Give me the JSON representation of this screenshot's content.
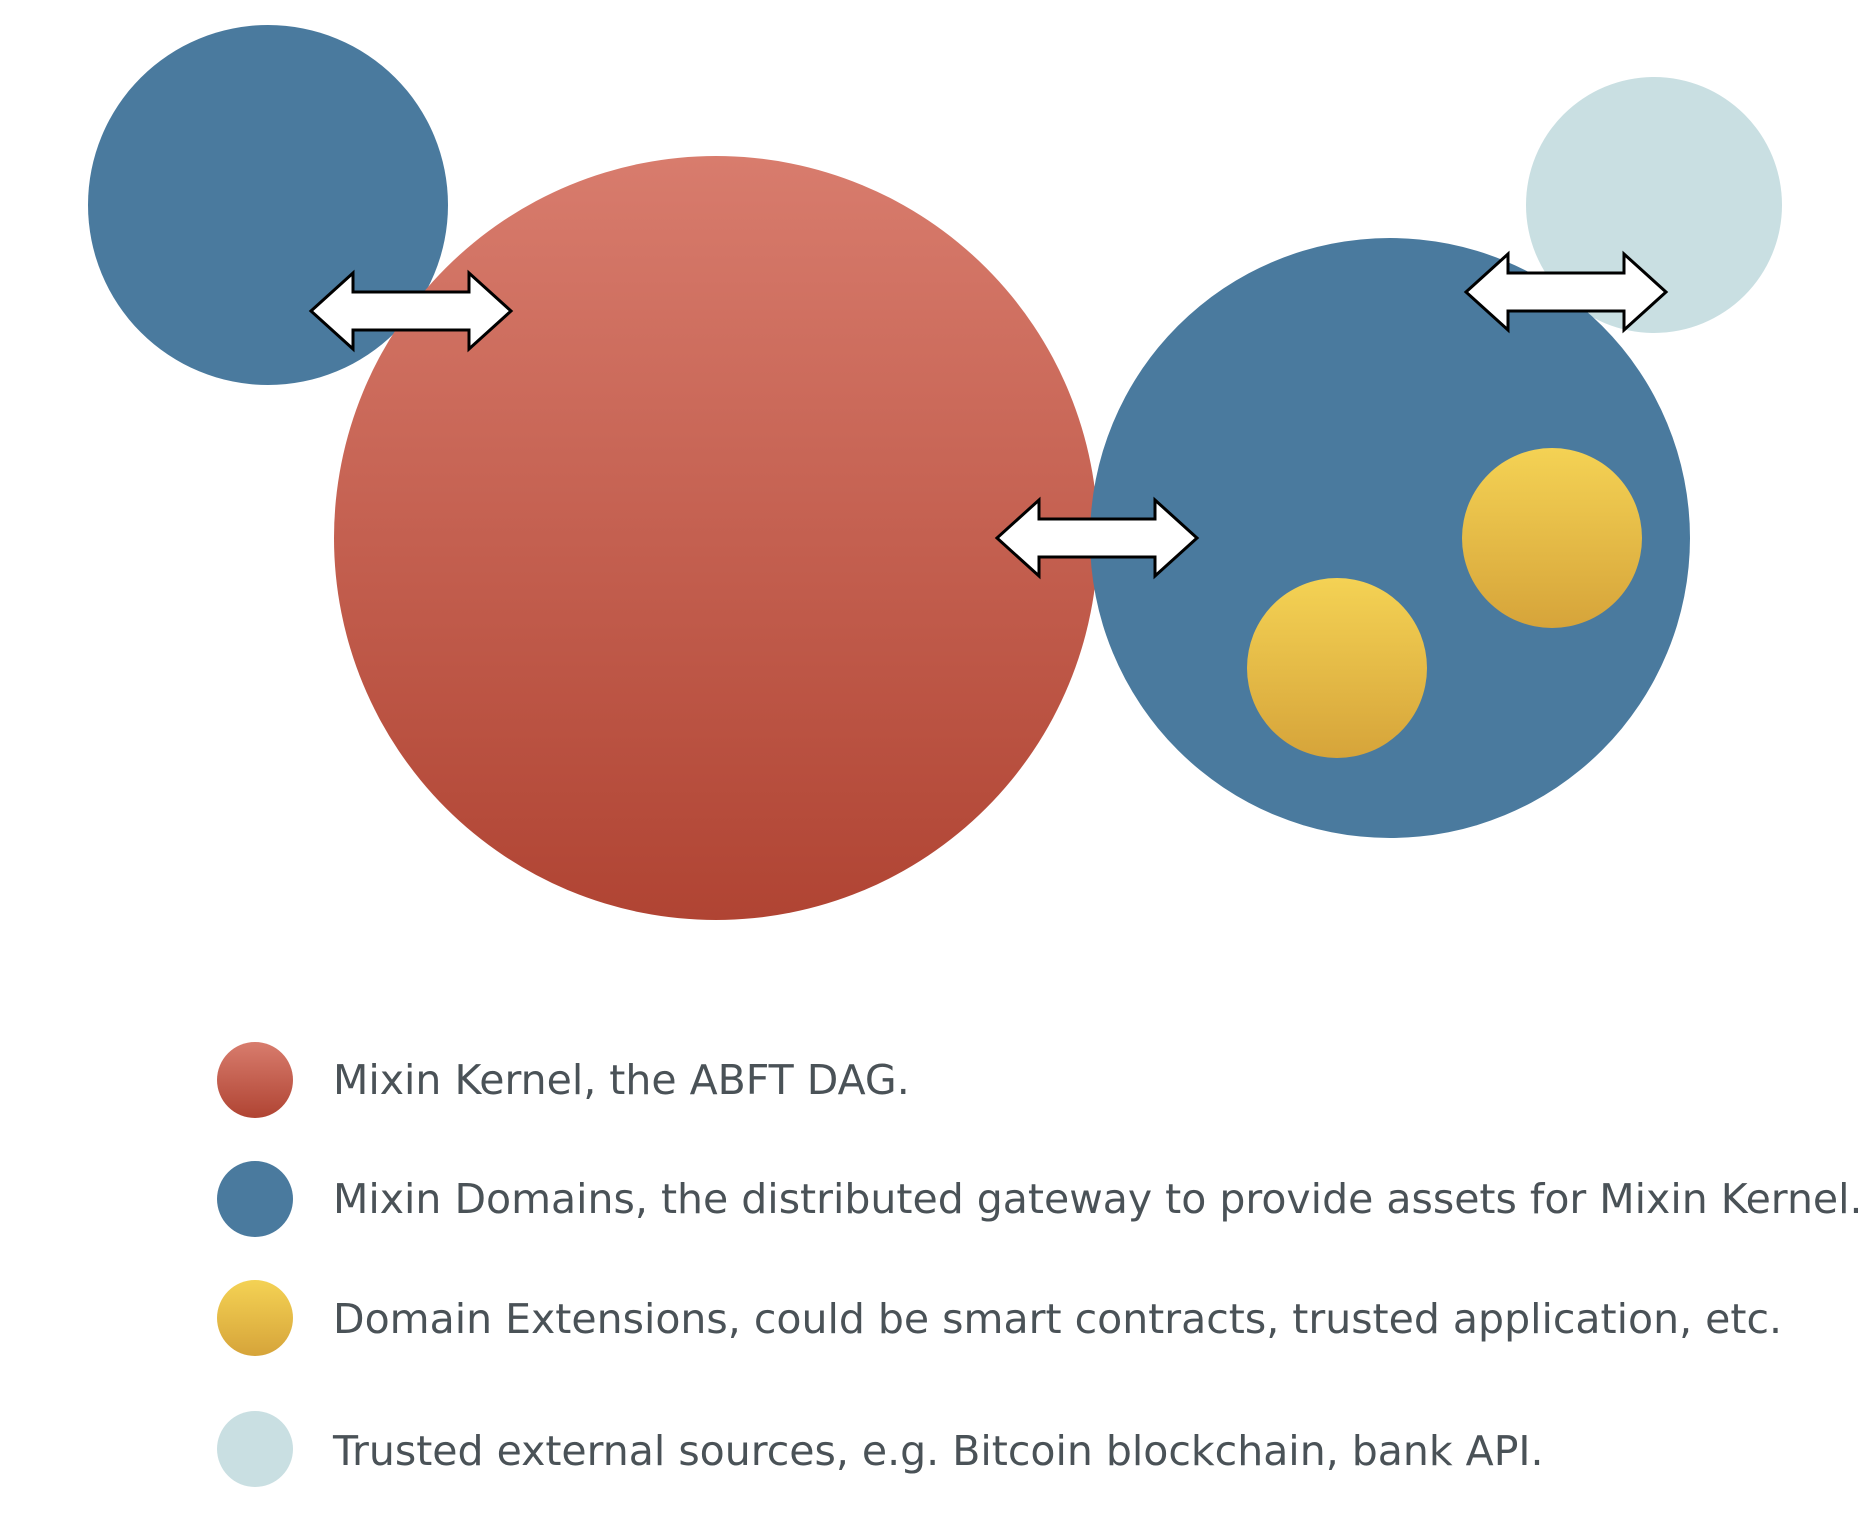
{
  "colors": {
    "kernel_top": "#D87C6D",
    "kernel_bottom": "#B04433",
    "domain": "#4A7A9E",
    "extension_top": "#F4D254",
    "extension_bottom": "#D6A43A",
    "external": "#C9DFE2",
    "arrow_fill": "#ffffff",
    "arrow_stroke": "#000000",
    "legend_text": "#4a5257"
  },
  "legend": [
    {
      "label": "Mixin Kernel, the ABFT DAG.",
      "swatch": "kernel"
    },
    {
      "label": "Mixin Domains, the distributed gateway to provide assets for Mixin Kernel.",
      "swatch": "domain"
    },
    {
      "label": "Domain Extensions, could be smart contracts, trusted application, etc.",
      "swatch": "extension"
    },
    {
      "label": "Trusted external sources, e.g. Bitcoin blockchain, bank API.",
      "swatch": "external"
    }
  ]
}
